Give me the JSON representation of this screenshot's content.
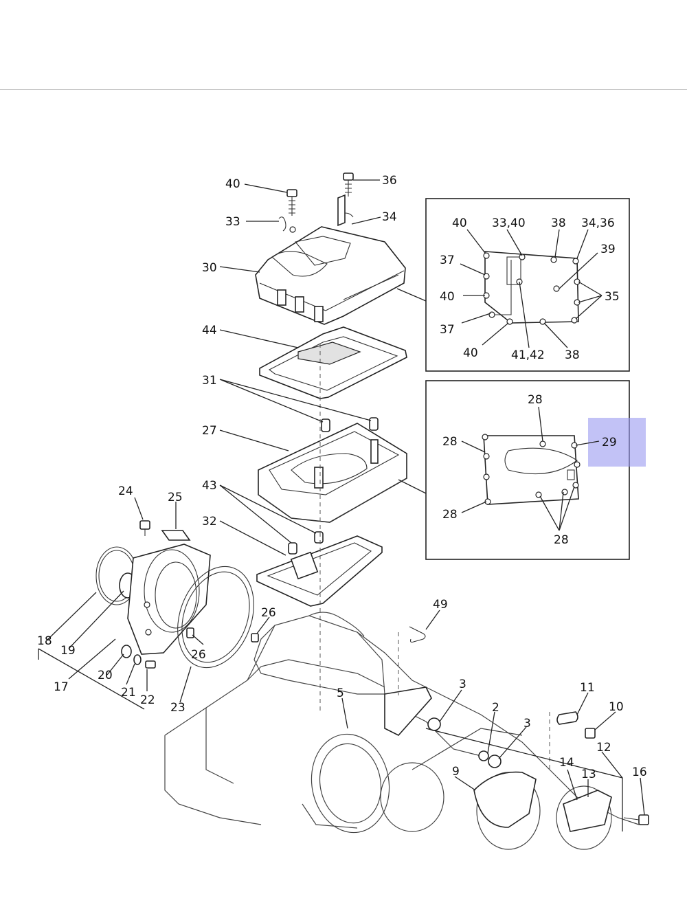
{
  "labels": {
    "l40a": "40",
    "l36": "36",
    "l33": "33",
    "l34": "34",
    "l30": "30",
    "l44": "44",
    "l31": "31",
    "l27": "27",
    "l43": "43",
    "l32": "32",
    "l24": "24",
    "l25": "25",
    "l18": "18",
    "l19": "19",
    "l17": "17",
    "l20": "20",
    "l21": "21",
    "l22": "22",
    "l23": "23",
    "l26a": "26",
    "l26b": "26",
    "l49": "49",
    "l5": "5",
    "l3a": "3",
    "l3b": "3",
    "l2": "2",
    "l9": "9",
    "l11": "11",
    "l10": "10",
    "l12": "12",
    "l14": "14",
    "l13": "13",
    "l16": "16"
  },
  "inset_top": {
    "l40a": "40",
    "l3340": "33,40",
    "l38a": "38",
    "l3436": "34,36",
    "l37a": "37",
    "l39": "39",
    "l40b": "40",
    "l35": "35",
    "l37b": "37",
    "l40c": "40",
    "l4142": "41,42",
    "l38b": "38"
  },
  "inset_bottom": {
    "l28top": "28",
    "l28left": "28",
    "l29": "29",
    "l28bl": "28",
    "l28br": "28"
  },
  "colors": {
    "highlight": "#9a9af0",
    "line": "#222222",
    "rule": "#b8b8b8"
  }
}
